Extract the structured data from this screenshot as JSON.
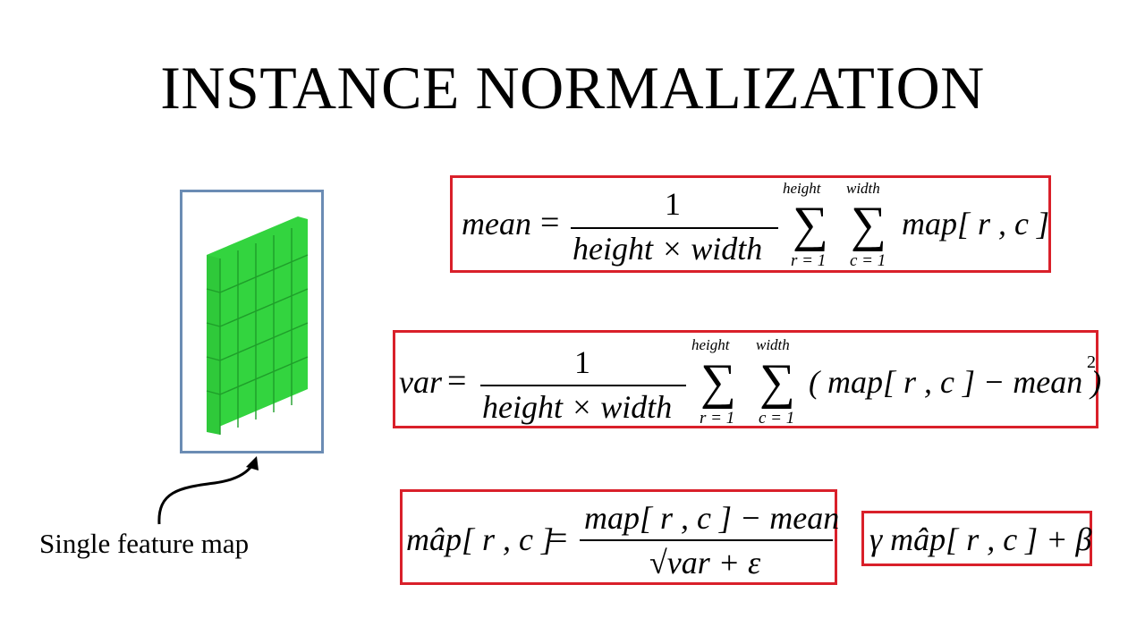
{
  "title": "INSTANCE NORMALIZATION",
  "diagram": {
    "feature_map": {
      "caption": "Single feature map",
      "rows": 5,
      "cols": 5,
      "fill_color": "#33d43f",
      "frame_color": "#6b8cb4",
      "arrow": "curved-arrow-pointing-up"
    },
    "equations": {
      "mean": {
        "lhs": "mean",
        "equals": "=",
        "numerator": "1",
        "denominator": "height × width",
        "sum1_upper": "height",
        "sum1_lower": "r = 1",
        "sum2_upper": "width",
        "sum2_lower": "c = 1",
        "summand": "map[ r , c ]"
      },
      "var": {
        "lhs": "var",
        "equals": "=",
        "numerator": "1",
        "denominator": "height × width",
        "sum1_upper": "height",
        "sum1_lower": "r = 1",
        "sum2_upper": "width",
        "sum2_lower": "c = 1",
        "summand": "( map[ r , c ] − mean )",
        "exponent": "2"
      },
      "normalize": {
        "lhs": "mâp[ r , c ]",
        "equals": "=",
        "numerator": "map[ r , c ] − mean",
        "denominator": "√var + ε"
      },
      "scale_shift": {
        "expr": "γ mâp[ r , c ] + β"
      }
    },
    "box_color": "#d9202a"
  }
}
